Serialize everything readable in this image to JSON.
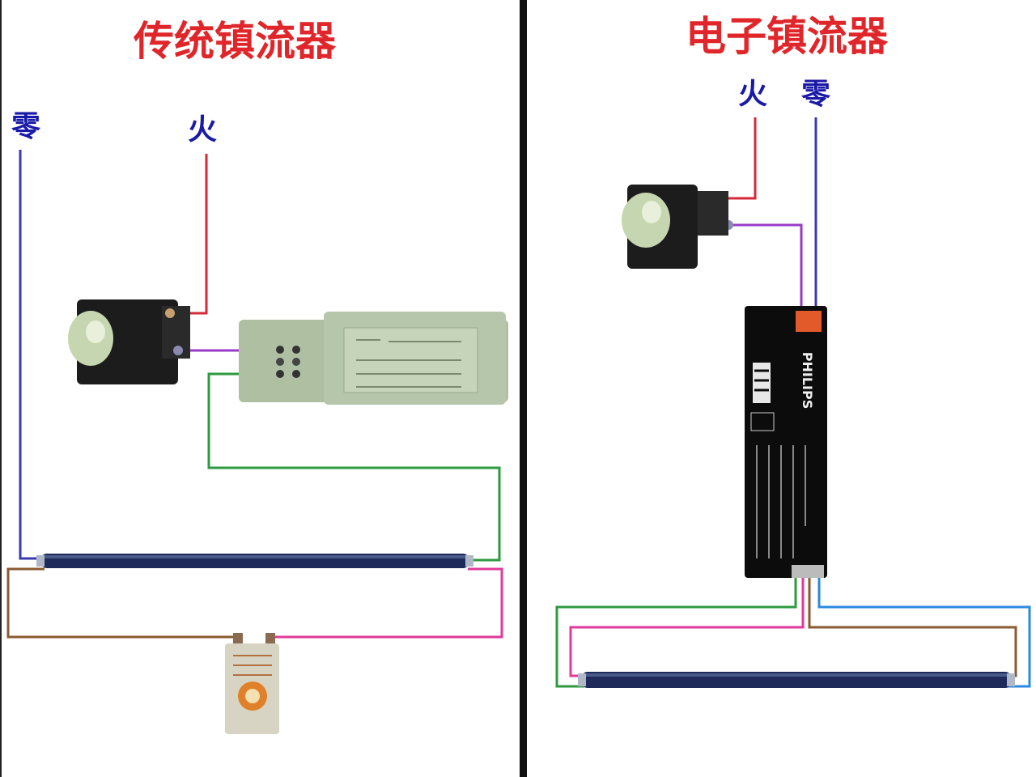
{
  "left_panel": {
    "title": "传统镇流器",
    "neutral_label": "零",
    "live_label": "火",
    "components": [
      "switch",
      "inductive-ballast",
      "fluorescent-tube",
      "starter"
    ]
  },
  "right_panel": {
    "title": "电子镇流器",
    "live_label": "火",
    "neutral_label": "零",
    "ballast_brand": "PHILIPS",
    "components": [
      "switch",
      "electronic-ballast",
      "fluorescent-tube"
    ]
  },
  "colors": {
    "title": "#e0262a",
    "labels": "#1a1aa8",
    "live_wire": "#d42a3a",
    "neutral_wire": "#3a3ab0",
    "purple_wire": "#9a3ac8",
    "green_wire": "#2e9a40",
    "brown_wire": "#8a5a30",
    "pink_wire": "#e03a9a",
    "blue_wire": "#2a8ae0",
    "divider": "#111111"
  }
}
